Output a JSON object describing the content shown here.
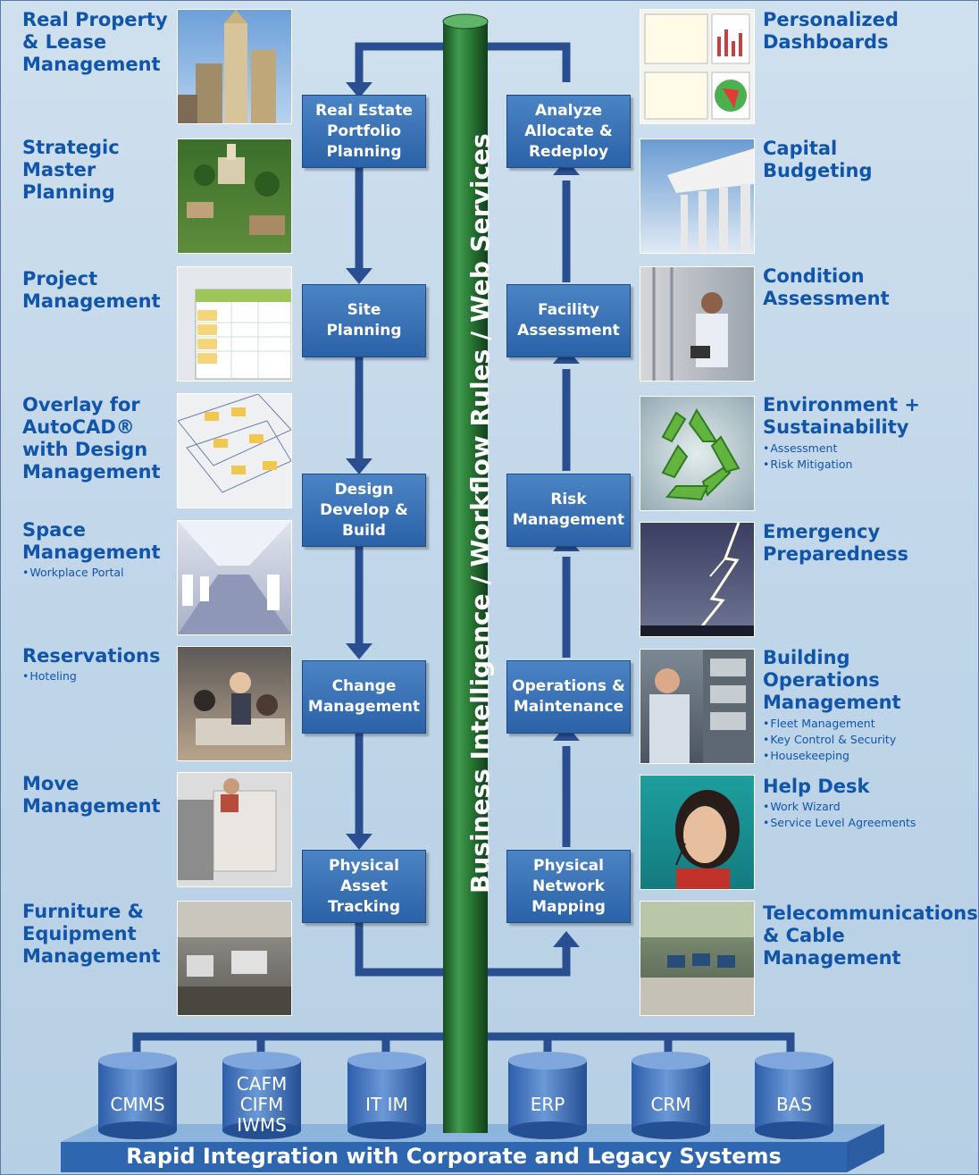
{
  "left_modules": [
    {
      "title": "Real Property\n& Lease\nManagement",
      "bullets": []
    },
    {
      "title": "Strategic\nMaster\nPlanning",
      "bullets": []
    },
    {
      "title": "Project\nManagement",
      "bullets": []
    },
    {
      "title": "Overlay for\nAutoCAD®\nwith Design\nManagement",
      "bullets": []
    },
    {
      "title": "Space\nManagement",
      "bullets": [
        "Workplace Portal"
      ]
    },
    {
      "title": "Reservations",
      "bullets": [
        "Hoteling"
      ]
    },
    {
      "title": "Move\nManagement",
      "bullets": []
    },
    {
      "title": "Furniture &\nEquipment\nManagement",
      "bullets": []
    }
  ],
  "right_modules": [
    {
      "title": "Personalized\nDashboards",
      "bullets": []
    },
    {
      "title": "Capital\nBudgeting",
      "bullets": []
    },
    {
      "title": "Condition\nAssessment",
      "bullets": []
    },
    {
      "title": "Environment +\nSustainability",
      "bullets": [
        "Assessment",
        "Risk Mitigation"
      ]
    },
    {
      "title": "Emergency\nPreparedness",
      "bullets": []
    },
    {
      "title": "Building\nOperations\nManagement",
      "bullets": [
        "Fleet Management",
        "Key Control & Security",
        "Housekeeping"
      ]
    },
    {
      "title": "Help Desk",
      "bullets": [
        "Work Wizard",
        "Service Level Agreements"
      ]
    },
    {
      "title": "Telecommunications\n& Cable\nManagement",
      "bullets": []
    }
  ],
  "left_flow": [
    "Real Estate\nPortfolio\nPlanning",
    "Site\nPlanning",
    "Design\nDevelop &\nBuild",
    "Change\nManagement",
    "Physical\nAsset\nTracking"
  ],
  "right_flow": [
    "Analyze\nAllocate &\nRedeploy",
    "Facility\nAssessment",
    "Risk\nManagement",
    "Operations &\nMaintenance",
    "Physical\nNetwork\nMapping"
  ],
  "pipe_label": "Business Intelligence / Workflow Rules / Web Services",
  "systems": [
    "CMMS",
    "CAFM\nCIFM\nIWMS",
    "IT IM",
    "ERP",
    "CRM",
    "BAS"
  ],
  "base_label": "Rapid Integration with Corporate and Legacy Systems",
  "colors": {
    "title": "#1155aa",
    "box": "#2f68ad",
    "pipe": "#2e7d3a",
    "background": "#c4d9eb"
  }
}
